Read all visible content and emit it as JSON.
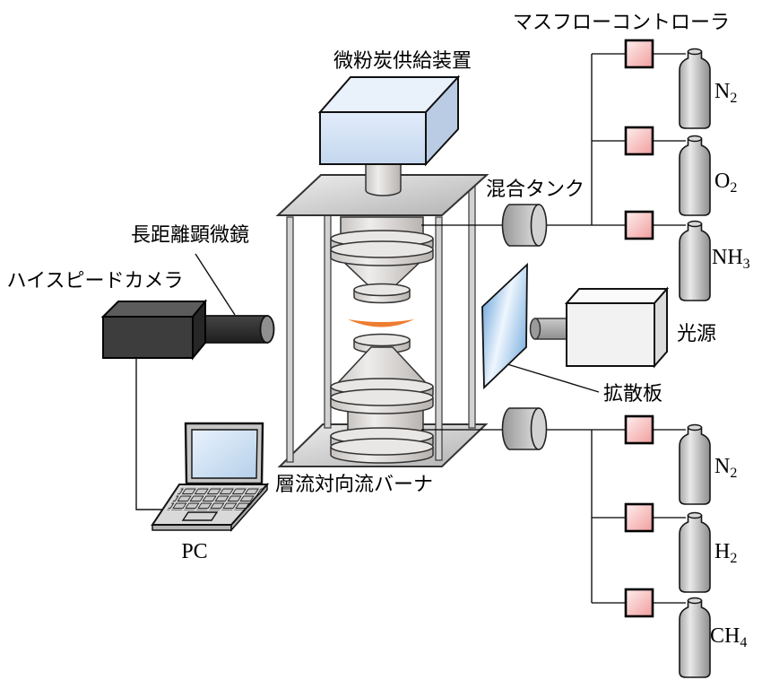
{
  "labels": {
    "mass_flow_controller": "マスフローコントローラ",
    "coal_feeder": "微粉炭供給装置",
    "mixing_tank": "混合タンク",
    "long_distance_microscope": "長距離顕微鏡",
    "high_speed_camera": "ハイスピードカメラ",
    "light_source": "光源",
    "diffuser_plate": "拡散板",
    "burner": "層流対向流バーナ",
    "pc": "PC"
  },
  "gas_banks": {
    "top": {
      "cylinders": [
        {
          "symbol": "N",
          "sub": "2"
        },
        {
          "symbol": "O",
          "sub": "2"
        },
        {
          "symbol": "NH",
          "sub": "3"
        }
      ]
    },
    "bottom": {
      "cylinders": [
        {
          "symbol": "N",
          "sub": "2"
        },
        {
          "symbol": "H",
          "sub": "2"
        },
        {
          "symbol": "CH",
          "sub": "4"
        }
      ]
    }
  },
  "colors": {
    "flame": "#ED7D31",
    "mfc_pink": "#F5A5A5",
    "diffuser_blue": "#5B9BD5",
    "feeder_blue": "#D9E7F8"
  }
}
